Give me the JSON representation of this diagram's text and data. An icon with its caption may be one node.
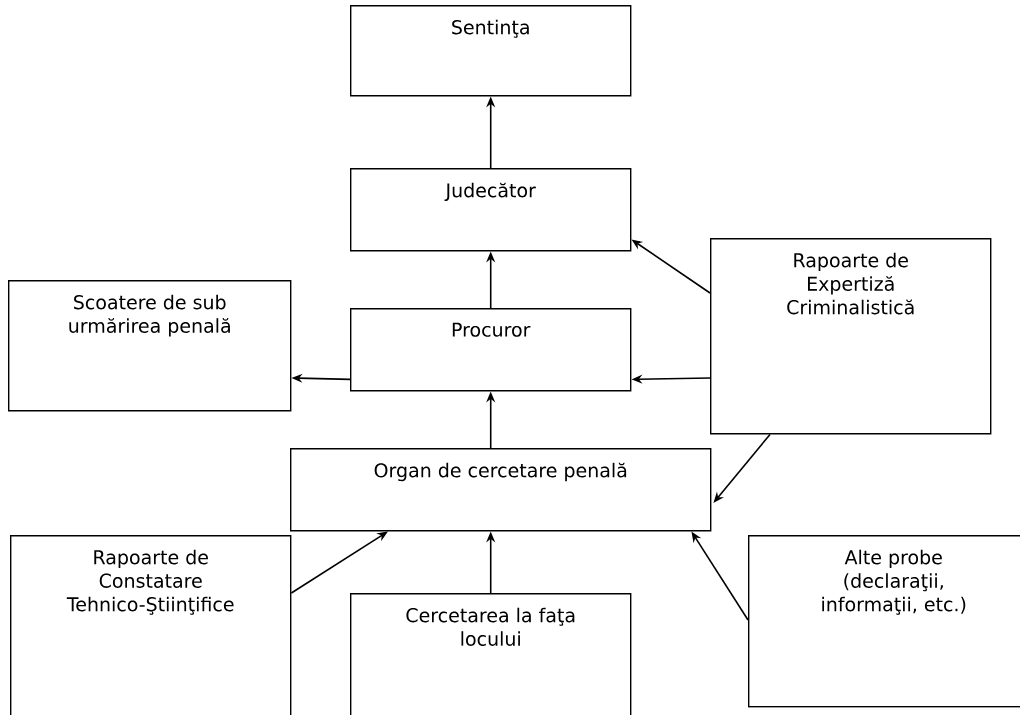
{
  "diagram": {
    "nodes": [
      {
        "text": [
          "Sentinţa"
        ]
      },
      {
        "text": [
          "Judecător"
        ]
      },
      {
        "text": [
          "Procuror"
        ]
      },
      {
        "text": [
          "Scoatere de sub urmărirea penală"
        ]
      },
      {
        "text": [
          "Rapoarte de Expertiză Criminalistică"
        ]
      },
      {
        "text": [
          "Organ de cercetare penală"
        ]
      },
      {
        "text": [
          "Rapoarte de Constatare Tehnico-Ştiinţifice"
        ]
      },
      {
        "text": [
          "Cercetarea la faţa locului"
        ]
      },
      {
        "text": [
          "Alte probe (declaraţii, informaţii, etc.)"
        ]
      }
    ],
    "edges": [
      {
        "from": 1,
        "to": 0,
        "arrow": "to"
      },
      {
        "from": 2,
        "to": 1,
        "arrow": "to"
      },
      {
        "from": 4,
        "to": 1,
        "arrow": "to"
      },
      {
        "from": 2,
        "to": 3,
        "arrow": "to"
      },
      {
        "from": 4,
        "to": 2,
        "arrow": "to"
      },
      {
        "from": 5,
        "to": 2,
        "arrow": "to"
      },
      {
        "from": 4,
        "to": 5,
        "arrow": "to"
      },
      {
        "from": 6,
        "to": 5,
        "arrow": "to"
      },
      {
        "from": 7,
        "to": 5,
        "arrow": "to"
      },
      {
        "from": 8,
        "to": 5,
        "arrow": "to"
      }
    ]
  }
}
